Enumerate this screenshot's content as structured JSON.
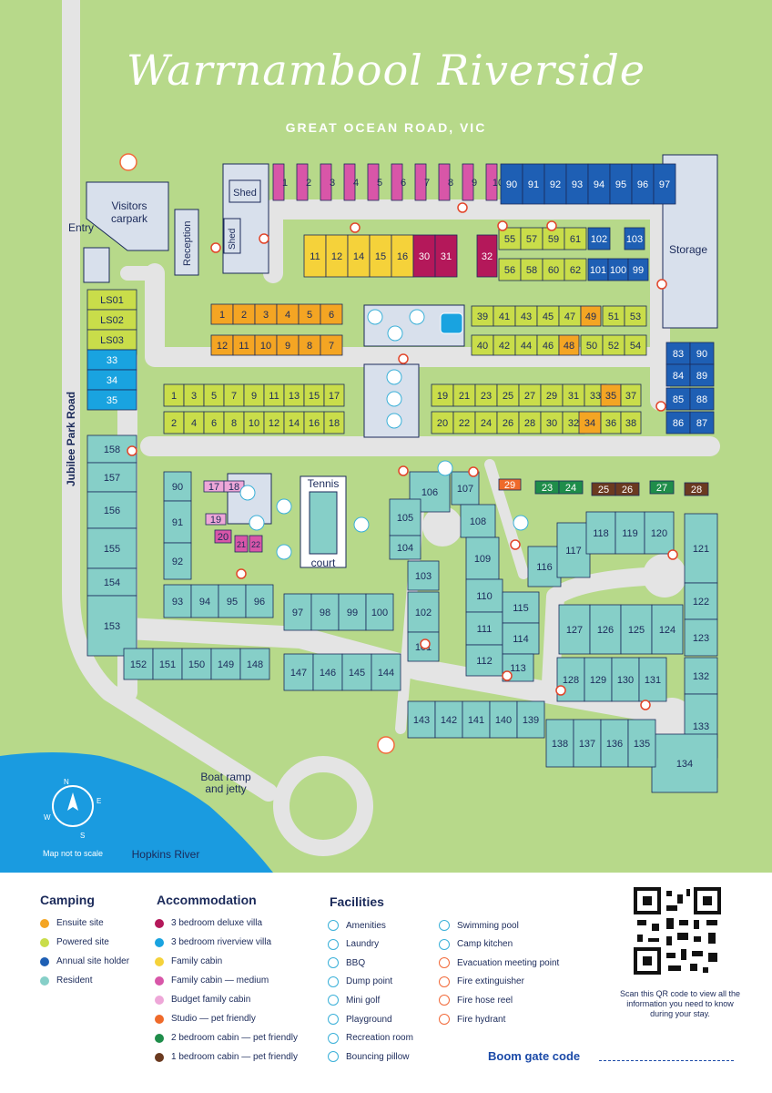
{
  "title": "Warrnambool Riverside",
  "subtitle": "GREAT OCEAN ROAD, VIC",
  "colors": {
    "grass": "#b7d98a",
    "road": "#e4e4e4",
    "roadEdge": "#9fb0c4",
    "river": "#1a9be0",
    "ensuite": "#f4a523",
    "powered": "#c9dd4a",
    "annual": "#1e5fb4",
    "resident": "#86cfc8",
    "deluxe": "#b4185a",
    "riverview": "#19a3e0",
    "family": "#f5d23a",
    "familyMedium": "#d856a8",
    "budget": "#eea7d8",
    "studio": "#ef6a2a",
    "twoBed": "#1f8d4a",
    "oneBed": "#6b3a20",
    "navy": "#1b2a5a"
  },
  "labels": {
    "shed": "Shed",
    "visitors": "Visitors",
    "carpark": "carpark",
    "entry": "Entry",
    "reception": "Reception",
    "storage": "Storage",
    "jubilee": "Jubilee Park Road",
    "tennis": "Tennis",
    "court": "court",
    "boat1": "Boat ramp",
    "boat2": "and jetty",
    "scale": "Map not to scale",
    "hopkins": "Hopkins River",
    "compassN": "N",
    "compassE": "E",
    "compassS": "S",
    "compassW": "W"
  },
  "legend": {
    "camping": {
      "heading": "Camping",
      "items": [
        {
          "label": "Ensuite site",
          "color": "#f4a523"
        },
        {
          "label": "Powered site",
          "color": "#c9dd4a"
        },
        {
          "label": "Annual site holder",
          "color": "#1e5fb4"
        },
        {
          "label": "Resident",
          "color": "#86cfc8"
        }
      ]
    },
    "accommodation": {
      "heading": "Accommodation",
      "items": [
        {
          "label": "3 bedroom deluxe villa",
          "color": "#b4185a"
        },
        {
          "label": "3 bedroom riverview villa",
          "color": "#19a3e0"
        },
        {
          "label": "Family cabin",
          "color": "#f5d23a"
        },
        {
          "label": "Family cabin — medium",
          "color": "#d856a8"
        },
        {
          "label": "Budget family cabin",
          "color": "#eea7d8"
        },
        {
          "label": "Studio — pet friendly",
          "color": "#ef6a2a"
        },
        {
          "label": "2 bedroom cabin — pet friendly",
          "color": "#1f8d4a"
        },
        {
          "label": "1 bedroom cabin — pet friendly",
          "color": "#6b3a20"
        }
      ]
    },
    "facilities": {
      "heading": "Facilities",
      "col1": [
        "Amenities",
        "Laundry",
        "BBQ",
        "Dump point",
        "Mini golf",
        "Playground",
        "Recreation room",
        "Bouncing pillow"
      ],
      "col2": [
        "Swimming pool",
        "Camp kitchen",
        "Evacuation meeting point",
        "Fire extinguisher",
        "Fire hose reel",
        "Fire hydrant"
      ]
    }
  },
  "qr_note": "Scan this QR code to view all the information you need to know during your stay.",
  "boom_gate": "Boom gate code"
}
